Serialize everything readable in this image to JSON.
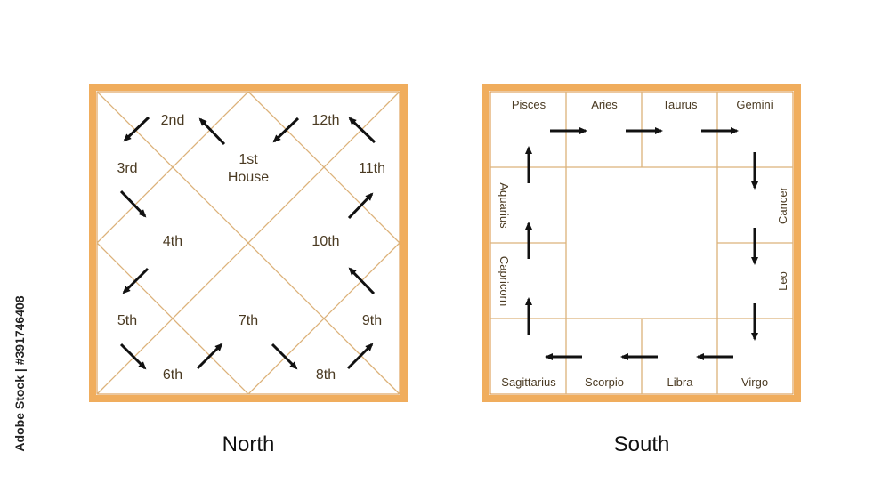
{
  "colors": {
    "frame": "#f0ad5d",
    "frame_edge": "#d9913f",
    "inner_line": "#dcb27a",
    "label": "#4a3a22",
    "arrow": "#111111"
  },
  "north": {
    "caption": "North",
    "first_house_line1": "1st",
    "first_house_line2": "House",
    "houses": {
      "h2": "2nd",
      "h3": "3rd",
      "h4": "4th",
      "h5": "5th",
      "h6": "6th",
      "h7": "7th",
      "h8": "8th",
      "h9": "9th",
      "h10": "10th",
      "h11": "11th",
      "h12": "12th"
    },
    "arrow_icon": "arrow-icon"
  },
  "south": {
    "caption": "South",
    "signs": {
      "pisces": "Pisces",
      "aries": "Aries",
      "taurus": "Taurus",
      "gemini": "Gemini",
      "cancer": "Cancer",
      "leo": "Leo",
      "virgo": "Virgo",
      "libra": "Libra",
      "scorpio": "Scorpio",
      "sagittarius": "Sagittarius",
      "capricorn": "Capricorn",
      "aquarius": "Aquarius"
    },
    "arrow_icon": "arrow-icon"
  },
  "stock_id": "Adobe Stock | #391746408"
}
